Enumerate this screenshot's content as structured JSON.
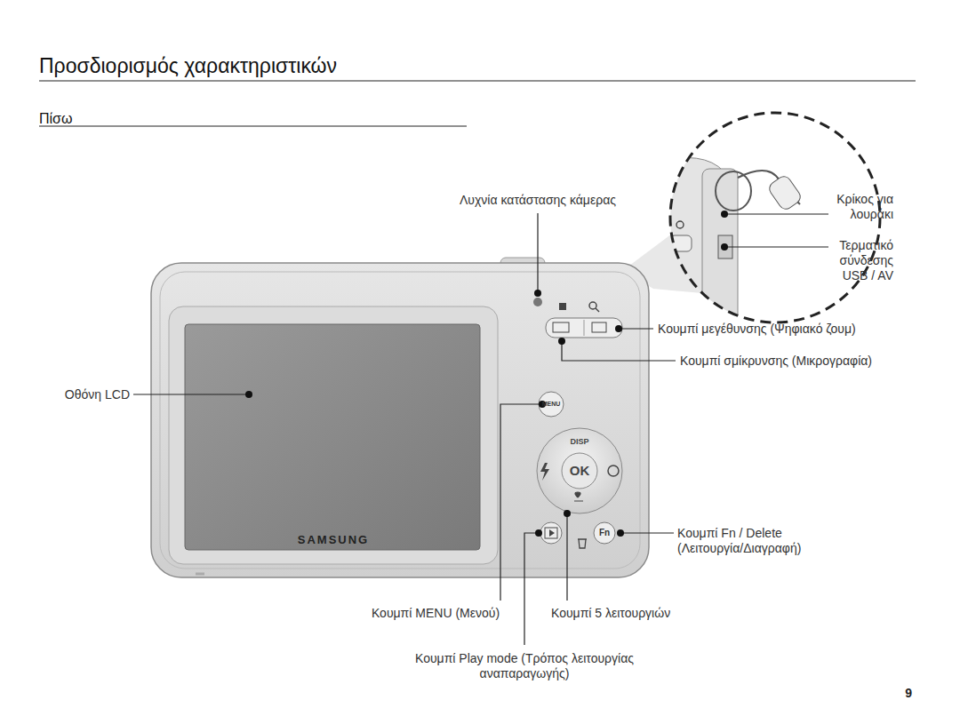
{
  "diagram": {
    "title": "Προσδιορισμός χαρακτηριστικών",
    "labels": [
      "Πίσω",
      "Λυχνία κατάστασης κάμερας",
      "Κρίκος για λουράκι",
      "Τερματικό σύνδεσης USB / AV",
      "Κουμπί μεγέθυνσης (Ψηφιακό ζουμ)",
      "Κουμπί σμίκρυνσης (Μικρογραφία)",
      "Οθόνη LCD",
      "Κουμπί Fn / Delete (Λειτουργία/Διαγραφή)",
      "Κουμπί MENU (Μενού)",
      "Κουμπί 5 λειτουργιών",
      "Κουμπί Play mode (Τρόπος λειτουργίας αναπαραγωγής)",
      "SAMSUNG",
      "MENU",
      "DISP",
      "OK",
      "Fn",
      "9"
    ]
  }
}
